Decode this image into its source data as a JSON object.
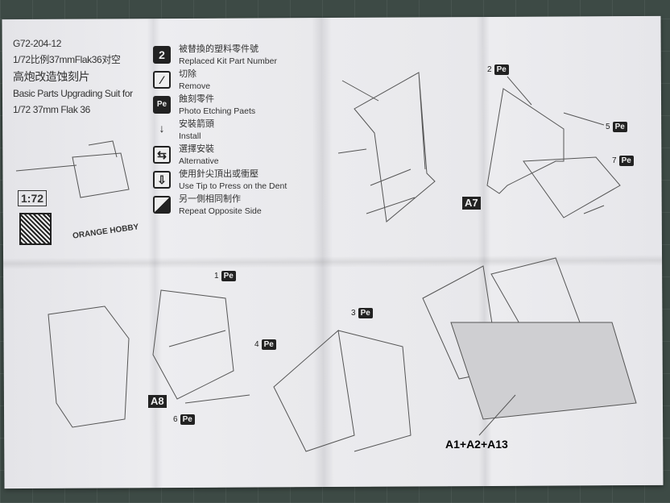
{
  "header": {
    "code": "G72-204-12",
    "title_cn_1": "1/72比例37mmFlak36对空",
    "title_cn_2": "高炮改造蚀刻片",
    "title_en_1": "Basic Parts Upgrading Suit for",
    "title_en_2": "1/72  37mm Flak 36",
    "scale": "1:72",
    "logo": "ORANGE HOBBY"
  },
  "legend": [
    {
      "icon": "number-2-icon",
      "glyph": "2",
      "cn": "被替換的塑料零件號",
      "en": "Replaced Kit Part Number"
    },
    {
      "icon": "remove-icon",
      "glyph": "⁄",
      "cn": "切除",
      "en": "Remove"
    },
    {
      "icon": "pe-icon",
      "glyph": "Pe",
      "cn": "蝕刻零件",
      "en": "Photo  Etching Paets"
    },
    {
      "icon": "arrow-down-icon",
      "glyph": "↓",
      "cn": "安裝箭頭",
      "en": "Install"
    },
    {
      "icon": "alternative-icon",
      "glyph": "⇆",
      "cn": "選擇安裝",
      "en": "Alternative"
    },
    {
      "icon": "press-dent-icon",
      "glyph": "⇩",
      "cn": "使用針尖頂出或衝壓",
      "en": "Use Tip to Press on the Dent"
    },
    {
      "icon": "repeat-side-icon",
      "glyph": "",
      "cn": "另一側相同制作",
      "en": "Repeat Opposite Side"
    }
  ],
  "callouts": {
    "pe_label": "Pe",
    "pe1": "1",
    "pe2": "2",
    "pe3": "3",
    "pe4": "4",
    "pe5": "5",
    "pe6": "6",
    "pe7": "7"
  },
  "steps": {
    "a7": "A7",
    "a8": "A8",
    "final": "A1+A2+A13"
  }
}
